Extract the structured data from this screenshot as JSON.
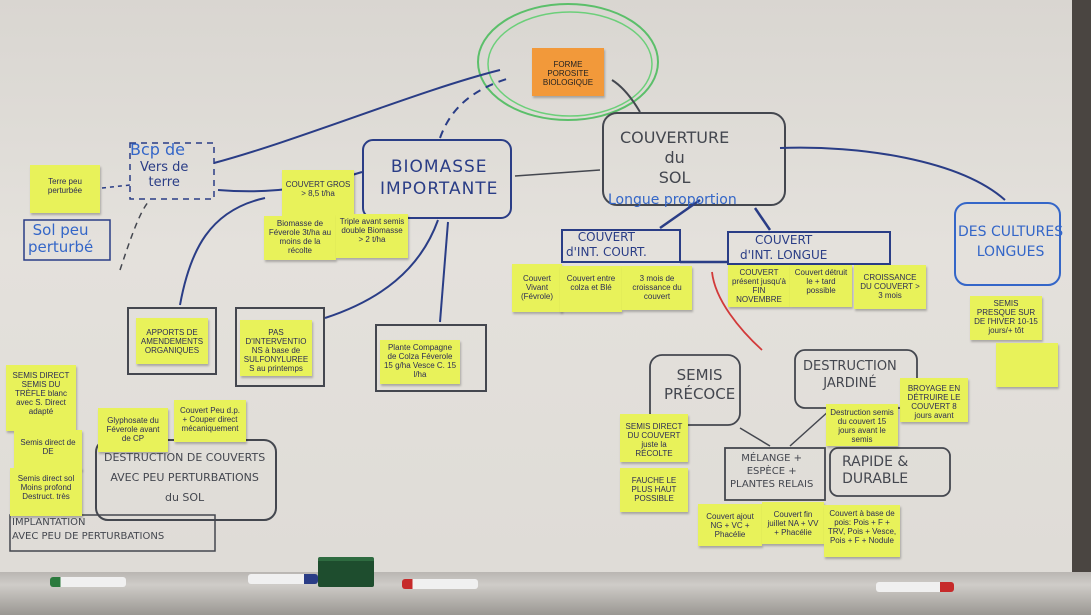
{
  "notes": {
    "forme_porosite": "FORME POROSITE BIOLOGIQUE",
    "terre_peu_perturbee": "Terre peu perturbée",
    "couvert_gros": "COUVERT GROS > 8,5 t/ha",
    "biomasse_feverole": "Biomasse de Féverole 3t/ha au moins de la récolte",
    "triple_avant": "Triple avant semis double Biomasse > 2 t/ha",
    "couvert_vivant": "Couvert Vivant (Févrole)",
    "couvert_entre_colza_ble": "Couvert entre colza et Blé",
    "trois_mois": "3 mois de croissance du couvert",
    "couvert_present": "COUVERT présent jusqu'à FIN NOVEMBRE",
    "couvert_detruit": "Couvert détruit le + tard possible",
    "croissance_couvert": "CROISSANCE DU COUVERT > 3 mois",
    "semis_presque": "SEMIS PRESQUE SUR DE l'HIVER 10-15 jours/+ tôt",
    "empty_note": "",
    "apports_amendements": "APPORTS DE AMENDEMENTS ORGANIQUES",
    "pas_interventions": "PAS D'INTERVENTIONS à base de SULFONYLUREES au printemps",
    "plante_compagne": "Plante Compagne de Colza Féverole 15 g/ha Vesce C. 15 l/ha",
    "semis_direct_left": "SEMIS DIRECT SEMIS DU TRÈFLE blanc avec S. Direct adapté",
    "semis_direct_de": "Semis direct de DE",
    "semis_direct_sol": "Semis direct sol Moins profond Destruct. très",
    "glyphosate": "Glyphosate du Féverole avant de CP",
    "couvert_peu_fp": "Couvert Peu d.p. + Couper direct mécaniquement",
    "semis_direct_couvert": "SEMIS DIRECT DU COUVERT juste la RÉCOLTE",
    "fauche": "FAUCHE LE PLUS HAUT POSSIBLE",
    "couvert_ajout": "Couvert ajout NG + VC + Phacélie",
    "couvert_fin": "Couvert fin juillet NA + VV + Phacélie",
    "couvert_base": "Couvert à base de pois: Pois + F + TRV, Pois + Vesce, Pois + F + Nodule",
    "broyage": "BROYAGE EN DÉTRUIRE LE COUVERT 8 jours avant",
    "destruction_semis": "Destruction semis du couvert 15 jours avant le semis"
  },
  "labels": {
    "bcp_de": "Bcp de",
    "vers_de_terre": "Vers de\nterre",
    "sol_peu_perturbe": "Sol peu\nperturbé",
    "biomasse": "BIOMASSE\nIMPORTANTE",
    "couverture": "COUVERTURE\ndu\nSOL",
    "longue_proportion": "Longue proportion",
    "couvert_court": "COUVERT\nd'INT. COURT.",
    "couvert_longue": "COUVERT\nd'INT. LONGUE",
    "des_cultures": "DES CULTURES\nLONGUES",
    "semis_precoce": "SEMIS\nPRÉCOCE",
    "destruction_jardine": "DESTRUCTION\nJARDINÉ",
    "melange": "MÉLANGE +\nESPÈCE +\nPLANTES RELAIS",
    "rapide_durable": "RAPIDE &\nDURABLE",
    "destruction_couverts": "DESTRUCTION DE COUVERTS\nAVEC PEU PERTURBATIONS\ndu SOL",
    "implantation": "IMPLANTATION\nAVEC PEU DE PERTURBATIONS"
  },
  "colors": {
    "sticky_yellow": "#e8f25a",
    "sticky_orange": "#f2993a",
    "marker_blue": "#2a3d86",
    "marker_black": "#44474f",
    "marker_red": "#d23a3a",
    "marker_green": "#5bbf6a",
    "board": "#e2dfda"
  }
}
